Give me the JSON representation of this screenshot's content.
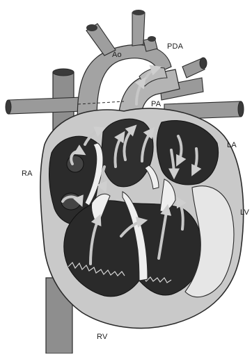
{
  "labels": {
    "ao": "Ao",
    "pda": "PDA",
    "pa": "PA",
    "la": "LA",
    "ra": "RA",
    "lv": "LV",
    "rv": "RV"
  },
  "colors": {
    "wall": "#c9c9c9",
    "wall_outline": "#2a2a2a",
    "vessel": "#9a9a9a",
    "cavity": "#2b2b2b",
    "lv_cavity": "#e6e6e6",
    "arrow": "#bdbdbd"
  }
}
